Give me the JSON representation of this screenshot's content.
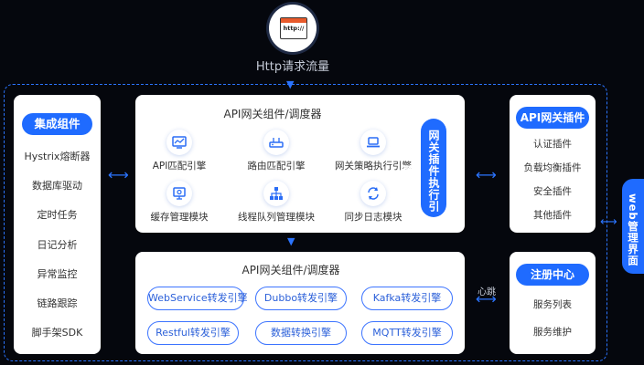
{
  "top": {
    "icon_text": "http://",
    "caption": "Http请求流量"
  },
  "left_panel": {
    "title": "集成组件",
    "items": [
      "Hystrix熔断器",
      "数据库驱动",
      "定时任务",
      "日记分析",
      "异常监控",
      "链路跟踪",
      "脚手架SDK"
    ]
  },
  "center_top": {
    "title": "API网关组件/调度器",
    "modules": [
      "API匹配引擎",
      "路由匹配引擎",
      "网关策略执行引擎",
      "缓存管理模块",
      "线程队列管理模块",
      "同步日志模块"
    ],
    "side_label": "网关插件执行引擎"
  },
  "center_bottom": {
    "title": "API网关组件/调度器",
    "buttons": [
      "WebService转发引擎",
      "Dubbo转发引擎",
      "Kafka转发引擎",
      "Restful转发引擎",
      "数据转换引擎",
      "MQTT转发引擎"
    ]
  },
  "right_top": {
    "title": "API网关插件",
    "items": [
      "认证插件",
      "负载均衡插件",
      "安全插件",
      "其他插件"
    ]
  },
  "right_bottom": {
    "title": "注册中心",
    "items": [
      "服务列表",
      "服务维护"
    ]
  },
  "heartbeat_label": "心跳",
  "web_admin_label": "web管理界面",
  "icons": [
    "window-icon",
    "chart-icon",
    "router-icon",
    "laptop-icon",
    "monitor-icon",
    "network-icon",
    "sync-icon",
    "arrow-down-icon",
    "double-arrow-icon"
  ],
  "colors": {
    "accent": "#1f6bff",
    "background": "#05070d",
    "frame": "#2b74ff"
  }
}
